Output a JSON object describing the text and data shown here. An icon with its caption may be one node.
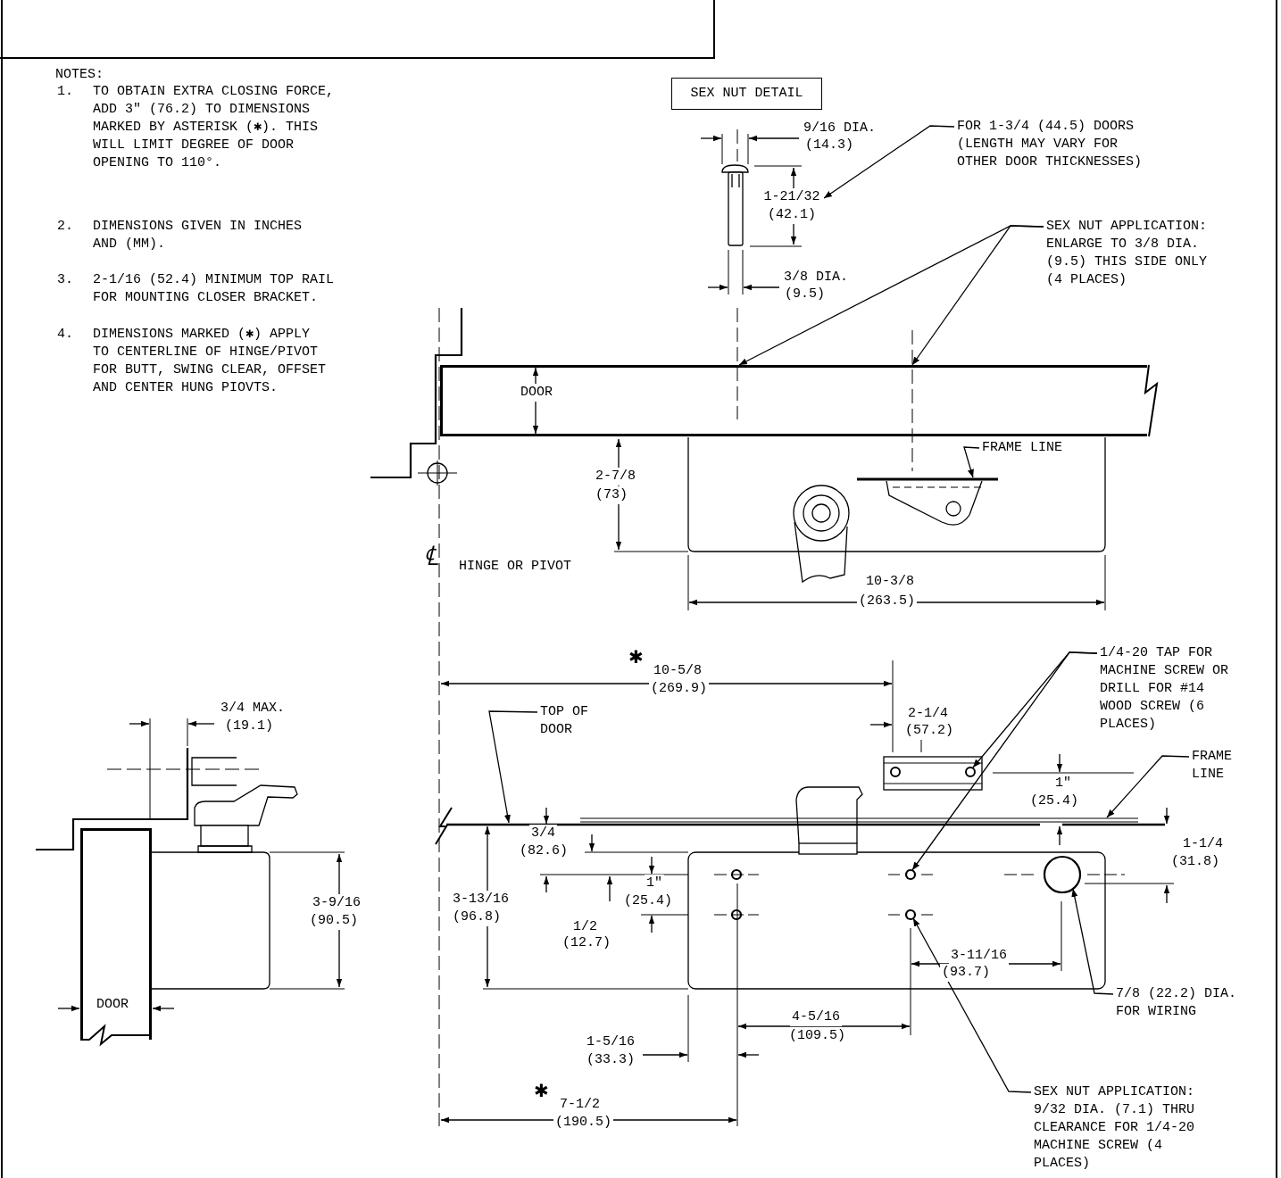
{
  "diagram": {
    "nodes": [
      {
        "text": [
          "SEX NUT DETAIL"
        ]
      },
      {
        "text": [
          "FOR 1-3/4 (44.5) DOORS (LENGTH MAY VARY FOR OTHER DOOR THICKNESSES)"
        ]
      },
      {
        "text": [
          "SEX NUT APPLICATION: ENLARGE TO 3/8 DIA. (9.5) THIS SIDE ONLY (4 PLACES)"
        ]
      },
      {
        "text": [
          "DOOR"
        ]
      },
      {
        "text": [
          "FRAME LINE"
        ]
      },
      {
        "text": [
          "TOP OF DOOR"
        ]
      },
      {
        "text": [
          "1/4-20 TAP FOR MACHINE SCREW OR DRILL FOR #14 WOOD SCREW (6 PLACES)"
        ]
      },
      {
        "text": [
          "FRAME LINE"
        ]
      },
      {
        "text": [
          "7/8 (22.2) DIA. FOR WIRING"
        ]
      },
      {
        "text": [
          "SEX NUT APPLICATION: 9/32 DIA. (7.1) THRU CLEARANCE FOR 1/4-20 MACHINE SCREW (4 PLACES)"
        ]
      },
      {
        "text": [
          "DOOR"
        ]
      },
      {
        "text": [],
        "shape": "bar"
      },
      {
        "text": [],
        "shape": "bar"
      },
      {
        "text": [],
        "shape": "circle"
      },
      {
        "text": [],
        "shape": "circle"
      },
      {
        "text": [],
        "shape": "bar"
      },
      {
        "text": [],
        "shape": "circle"
      },
      {
        "text": [],
        "shape": "circle"
      },
      {
        "text": [
          "1-21/32",
          "(42.1)"
        ]
      }
    ],
    "edges": [
      {
        "from": 1,
        "to": 18,
        "arrow": "to"
      },
      {
        "from": 2,
        "to": 3,
        "arrow": "to"
      },
      {
        "from": 2,
        "to": 3,
        "arrow": "to"
      },
      {
        "from": 4,
        "to": 11,
        "arrow": "to"
      },
      {
        "from": 5,
        "to": 15,
        "arrow": "to"
      },
      {
        "from": 6,
        "to": 13,
        "arrow": "to"
      },
      {
        "from": 6,
        "to": 14,
        "arrow": "to"
      },
      {
        "from": 7,
        "to": 12,
        "arrow": "to"
      },
      {
        "from": 8,
        "to": 16,
        "arrow": "to"
      },
      {
        "from": 9,
        "to": 17,
        "arrow": "to"
      }
    ],
    "labels": [
      "NOTES:",
      "1.",
      "TO OBTAIN EXTRA CLOSING FORCE, ADD 3\" (76.2) TO DIMENSIONS MARKED BY ASTERISK (✱). THIS WILL LIMIT DEGREE OF DOOR OPENING TO 110°.",
      "2.",
      "DIMENSIONS GIVEN IN INCHES AND (MM).",
      "3.",
      "2-1/16 (52.4) MINIMUM TOP RAIL FOR MOUNTING CLOSER BRACKET.",
      "4.",
      "DIMENSIONS MARKED (✱) APPLY TO CENTERLINE OF HINGE/PIVOT FOR BUTT, SWING CLEAR, OFFSET AND CENTER HUNG PIOVTS.",
      "9/16 DIA.",
      "(14.3)",
      "3/8 DIA.",
      "(9.5)",
      "2-7/8",
      "(73)",
      "℄",
      "HINGE OR PIVOT",
      "10-3/8",
      "(263.5)",
      "✱",
      "10-5/8",
      "(269.9)",
      "2-1/4",
      "(57.2)",
      "3/4 MAX.",
      "(19.1)",
      "1\"",
      "(25.4)",
      "3/4",
      "(82.6)",
      "1-1/4",
      "(31.8)",
      "3-9/16",
      "(90.5)",
      "3-13/16",
      "(96.8)",
      "1\"",
      "(25.4)",
      "1/2",
      "(12.7)",
      "3-11/16",
      "(93.7)",
      "4-5/16",
      "(109.5)",
      "1-5/16",
      "(33.3)",
      "✱",
      "7-1/2",
      "(190.5)"
    ]
  }
}
